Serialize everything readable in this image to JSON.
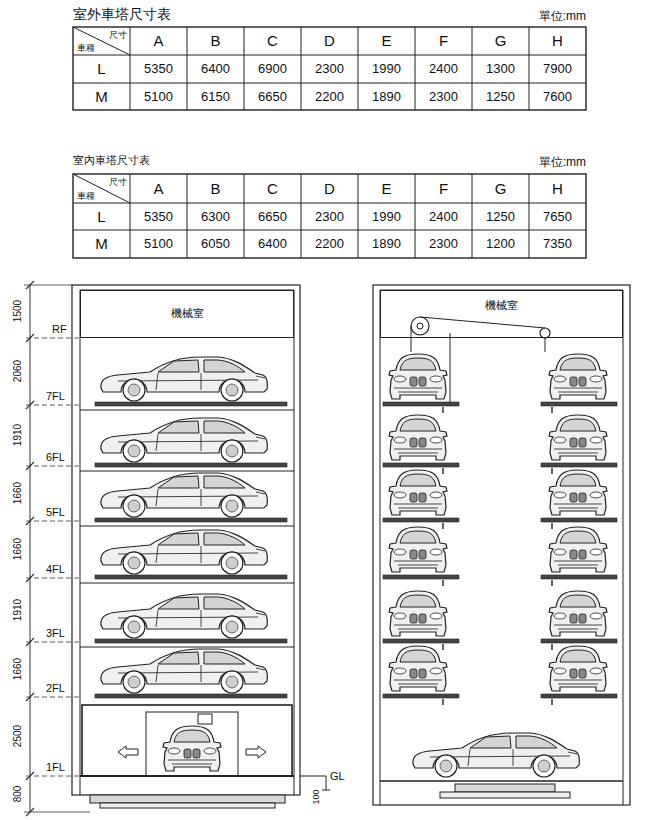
{
  "diagram": {
    "nodes": [
      {
        "text": [
          "機械室"
        ]
      },
      {
        "text": [
          "機械室"
        ]
      }
    ],
    "labels": [
      "室外車塔尺寸表",
      "單位:mm",
      "尺寸",
      "車種",
      "A",
      "B",
      "C",
      "D",
      "E",
      "F",
      "G",
      "H",
      "L",
      "5350",
      "6400",
      "6900",
      "2300",
      "1990",
      "2400",
      "1300",
      "7900",
      "M",
      "5100",
      "6150",
      "6650",
      "2200",
      "1890",
      "2300",
      "1250",
      "7600",
      "室內車塔尺寸表",
      "單位:mm",
      "尺寸",
      "車種",
      "A",
      "B",
      "C",
      "D",
      "E",
      "F",
      "G",
      "H",
      "L",
      "5350",
      "6300",
      "6650",
      "2300",
      "1990",
      "2400",
      "1250",
      "7650",
      "M",
      "5100",
      "6050",
      "6400",
      "2200",
      "1890",
      "2300",
      "1200",
      "7350",
      "1500",
      "RF",
      "2060",
      "7FL",
      "1910",
      "6FL",
      "1660",
      "5FL",
      "1660",
      "4FL",
      "1910",
      "3FL",
      "1660",
      "2FL",
      "2500",
      "1FL",
      "800",
      "GL",
      "100"
    ]
  }
}
